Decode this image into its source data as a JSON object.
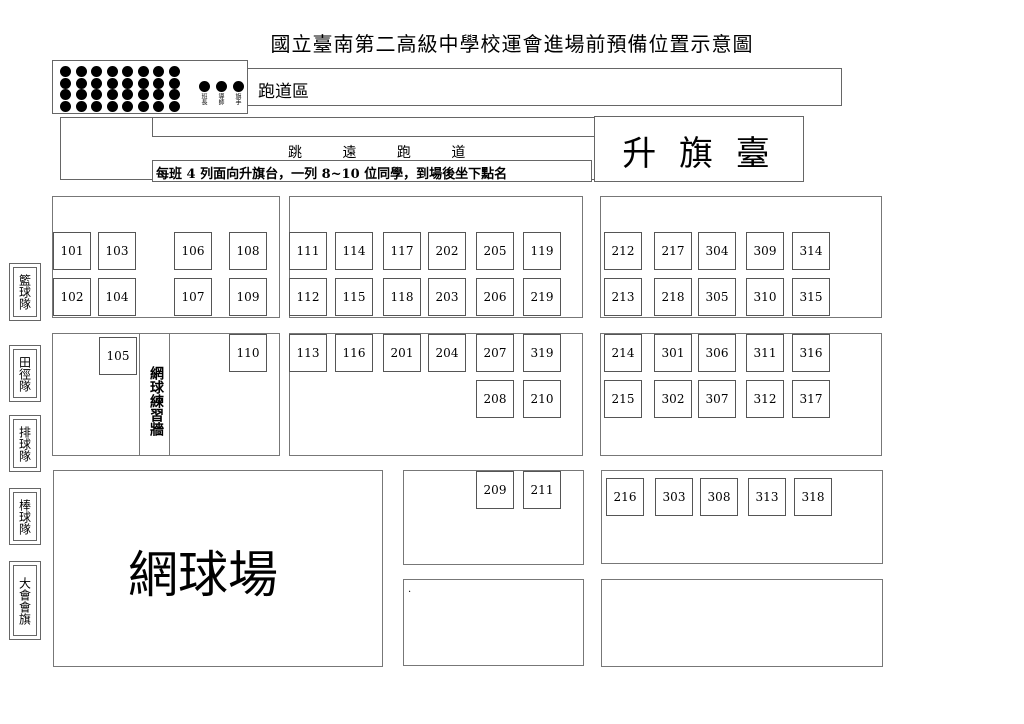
{
  "title": "國立臺南第二高級中學校運會進場前預備位置示意圖",
  "track_zone_label": "跑道區",
  "formation_legend": [
    "班長",
    "導師",
    "旗手"
  ],
  "long_jump_label": "跳 遠 跑 道",
  "instruction": "每班 4 列面向升旗台，一列 8~10 位同學，到場後坐下點名",
  "flag_stage_label": "升 旗 臺",
  "tennis_wall_label": "網球練習牆",
  "tennis_court_label": "網球場",
  "side_teams": [
    "籃球隊",
    "田徑隊",
    "排球隊",
    "棒球隊",
    "大會會旗"
  ],
  "class_labels": {
    "101": "101",
    "102": "102",
    "103": "103",
    "104": "104",
    "105": "105",
    "106": "106",
    "107": "107",
    "108": "108",
    "109": "109",
    "110": "110",
    "111": "111",
    "112": "112",
    "113": "113",
    "114": "114",
    "115": "115",
    "116": "116",
    "117": "117",
    "118": "118",
    "119": "119",
    "201": "201",
    "202": "202",
    "203": "203",
    "204": "204",
    "205": "205",
    "206": "206",
    "207": "207",
    "208": "208",
    "209": "209",
    "210": "210",
    "211": "211",
    "212": "212",
    "213": "213",
    "214": "214",
    "215": "215",
    "216": "216",
    "217": "217",
    "218": "218",
    "219": "219",
    "301": "301",
    "302": "302",
    "303": "303",
    "304": "304",
    "305": "305",
    "306": "306",
    "307": "307",
    "308": "308",
    "309": "309",
    "310": "310",
    "311": "311",
    "312": "312",
    "313": "313",
    "314": "314",
    "315": "315",
    "316": "316",
    "317": "317",
    "318": "318",
    "319": "319"
  },
  "dot_mark": "."
}
